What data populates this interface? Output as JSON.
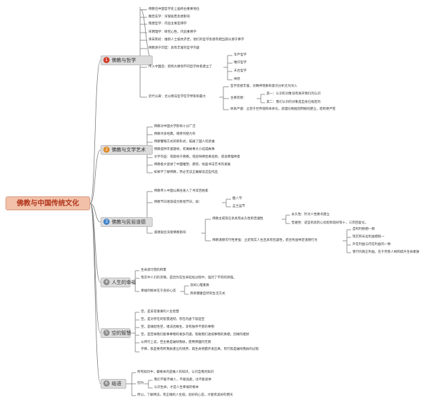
{
  "colors": {
    "root_bg": "#f2c0a8",
    "root_text": "#b0341a",
    "badge_red": "#d23c2a",
    "badge_orange": "#e08a26",
    "badge_blue": "#3f83c9",
    "badge_gray": "#8c8c8c",
    "branch_bg": "#dcdcdc",
    "line": "#7a7a7a"
  },
  "root": "佛教与中国传统文化",
  "b1": {
    "num": "1",
    "label": "佛教与哲学",
    "s1": "佛教在中国哲学史上居终古重要地位",
    "s2": "魏晋玄学：深受般若思想影响",
    "s3": "隋唐哲学：内追主要是佛学",
    "s4": "宋明理学：研究心性，内追重佛学",
    "s5": "清末民初：维新人士抵抗济世，他们的哲学思想有相当部分源于佛学",
    "s6": "佛教源于印度：具有丰富的哲学内容",
    "s7": "传入中国后：结构大硬领不同哲学体系建立了",
    "s7a": "华严哲学",
    "s7b": "唯识哲学",
    "s7c": "天台哲学",
    "s7d": "禅宗",
    "s8": "近代以来：尤以佛法哲学在学界影响最大",
    "s8a": "哲学思想丰富，对精神现象和意识分析尤为深入",
    "s8b": "主要思想：",
    "s8b1": "其一：认识的对象没有离开我们的认识",
    "s8b2": "其二：我们认识的对象是自身已规定的",
    "s8c": "体系严谨：立足于世界观和本体论，具理论根据因明规则建立，结构更严密"
  },
  "b2": {
    "num": "2",
    "label": "佛教与文学艺术",
    "s1": "佛教对中国文学影响十分广泛",
    "s2": "佛教许多经典，堪称作壁力作",
    "s3": "佛教譬喻方式的新形式，拓展了国人的思维",
    "s4": "佛教提供丰富题材，有寓故事大小说成故事",
    "s5": "文学作品：或取材于佛教，或反映佛因果思想，或含佛理禅意",
    "s6": "佛教极大促进了中国雕塑、建筑、绘画书法艺术的发展",
    "s7": "如果不了解佛教，势必无法正确解读这些作品"
  },
  "b3": {
    "num": "3",
    "label": "佛教与民俗道德",
    "s1": "佛教传入中国以来往进入了寻常百姓家",
    "s2": "佛教节日逐渐成为民俗节日，如：",
    "s2a": "腊八节",
    "s2b": "盂兰盆节",
    "s3": "道德观念深受佛教影响",
    "s3a": "佛教主戒等信条具有永久性和普遍性",
    "s3a1": "永久性：针对人性要点建立",
    "s3a2": "普遍性：适宜的高阶心动思和谐好等十，三宗回复论。",
    "s3b": "佛教道德可行性更强：立足现实人生且具有包容性，结合利益导定道德行为",
    "s3b1": "自利利他相一致",
    "s3b2": "现实和长远利益相统一",
    "s3b3": "外在利益与内在利益的一致",
    "s3b4": "害行的真正利益，在于完善人格和提升生命素质"
  },
  "b4": {
    "num": "4",
    "label": "人生的幸福",
    "s1": "生命源习惯的积累",
    "s2": "现实中人们的贪嗔，是因为在生命延续过程中，强烈了不同的烦恼。",
    "s3": "幸福的根本在于良好心态",
    "s3a": "良好心理素质",
    "s3b": "简单健康自然的生活方式"
  },
  "b5": {
    "num": "5",
    "label": "空的智慧",
    "s1": "空，是非常重要的人生智慧",
    "s2": "空，是对存在的智慧透彻，存在的虚下就是空",
    "s3": "空，是缘起性空，诸法因缘生，没有独存不变的事物",
    "s4": "空，是空掉我们能事事物的诸多内涵，帮助我们透视事物的真相，因缘的相状",
    "s5": "从所行上说，空主要是破除我执，使用佛国的无我",
    "s6": "学佛，就是要有所我执建立的境界，再生命觉醒开发出来，有行就是破除我执的过程"
  },
  "b6": {
    "num": "6",
    "label": "结语",
    "s1": "所有知识中，最根本的是做人的知识，认识自我的知识",
    "s2": "因为",
    "s2a": "我们不能不做人，不能逃避，也不能退休",
    "s2b": "认识生命，才是人生幸福的根本",
    "s3": "所以，了解佛法，有正确的人生观，良好的心态，才能有美好的明天"
  }
}
